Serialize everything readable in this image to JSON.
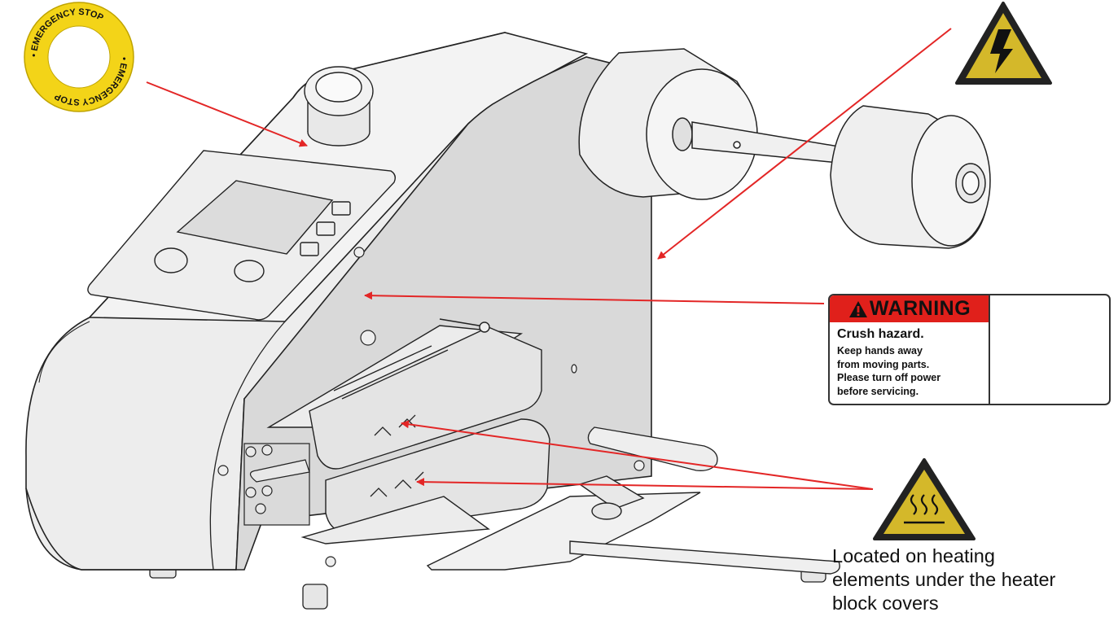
{
  "emergency_stop_label": {
    "text": "EMERGENCY STOP",
    "color": "#f3d418"
  },
  "warning_label": {
    "header": "WARNING",
    "title": "Crush hazard.",
    "lines": [
      "Keep hands away",
      "from moving parts.",
      "Please turn off power",
      "before servicing."
    ],
    "header_color": "#e0201b"
  },
  "heat_caption": {
    "lines": [
      "Located on heating",
      "elements under the heater",
      "block covers"
    ]
  },
  "symbols": {
    "electrical": "high-voltage-icon",
    "crush": "crush-hazard-icon",
    "heat": "hot-surface-icon",
    "warning_yellow": "#d4b82a",
    "arrow_color": "#e32626"
  }
}
